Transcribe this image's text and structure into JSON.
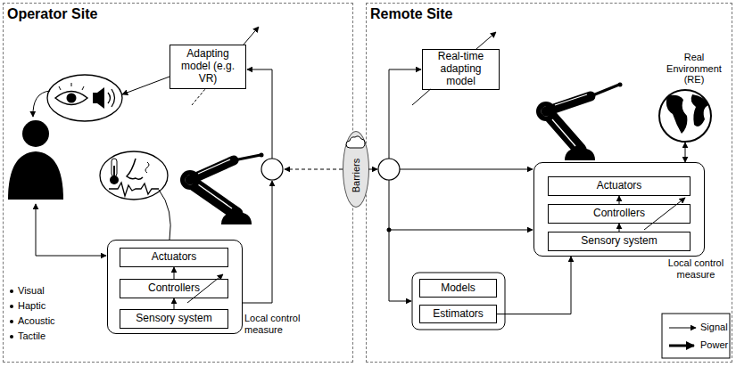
{
  "diagram": {
    "nodes": [
      {
        "text": [
          "Operator Site"
        ]
      },
      {
        "text": [
          "Adapting model (e.g. VR)"
        ],
        "in": 0
      },
      {
        "text": [
          "Local control measure"
        ],
        "in": 0
      },
      {
        "text": [
          "Actuators"
        ],
        "in": 2
      },
      {
        "text": [
          "Controllers"
        ],
        "in": 2
      },
      {
        "text": [
          "Sensory system"
        ],
        "in": 2
      },
      {
        "text": [
          "Barriers"
        ]
      },
      {
        "text": [
          "Remote Site"
        ]
      },
      {
        "text": [
          "Real-time adapting model"
        ],
        "in": 7
      },
      {
        "text": [
          "Real Environment (RE)"
        ],
        "in": 7
      },
      {
        "text": [
          "Local control measure"
        ],
        "in": 7
      },
      {
        "text": [
          "Actuators"
        ],
        "in": 10
      },
      {
        "text": [
          "Controllers"
        ],
        "in": 10
      },
      {
        "text": [
          "Sensory system"
        ],
        "in": 10
      },
      {
        "text": [
          "Models"
        ],
        "in": 7
      },
      {
        "text": [
          "Estimators"
        ],
        "in": 7
      }
    ],
    "edges": [
      {
        "from": 5,
        "to": 4,
        "arrow": "to"
      },
      {
        "from": 4,
        "to": 3,
        "arrow": "to"
      },
      {
        "from": 13,
        "to": 12,
        "arrow": "to"
      },
      {
        "from": 12,
        "to": 11,
        "arrow": "to"
      },
      {
        "from": 10,
        "to": 9,
        "arrow": "both"
      },
      {
        "from": 15,
        "to": 10,
        "arrow": "to"
      }
    ],
    "labels": [
      "Visual",
      "Haptic",
      "Acoustic",
      "Tactile"
    ],
    "legend": [
      {
        "text": "Signal"
      },
      {
        "text": "Power"
      }
    ]
  }
}
